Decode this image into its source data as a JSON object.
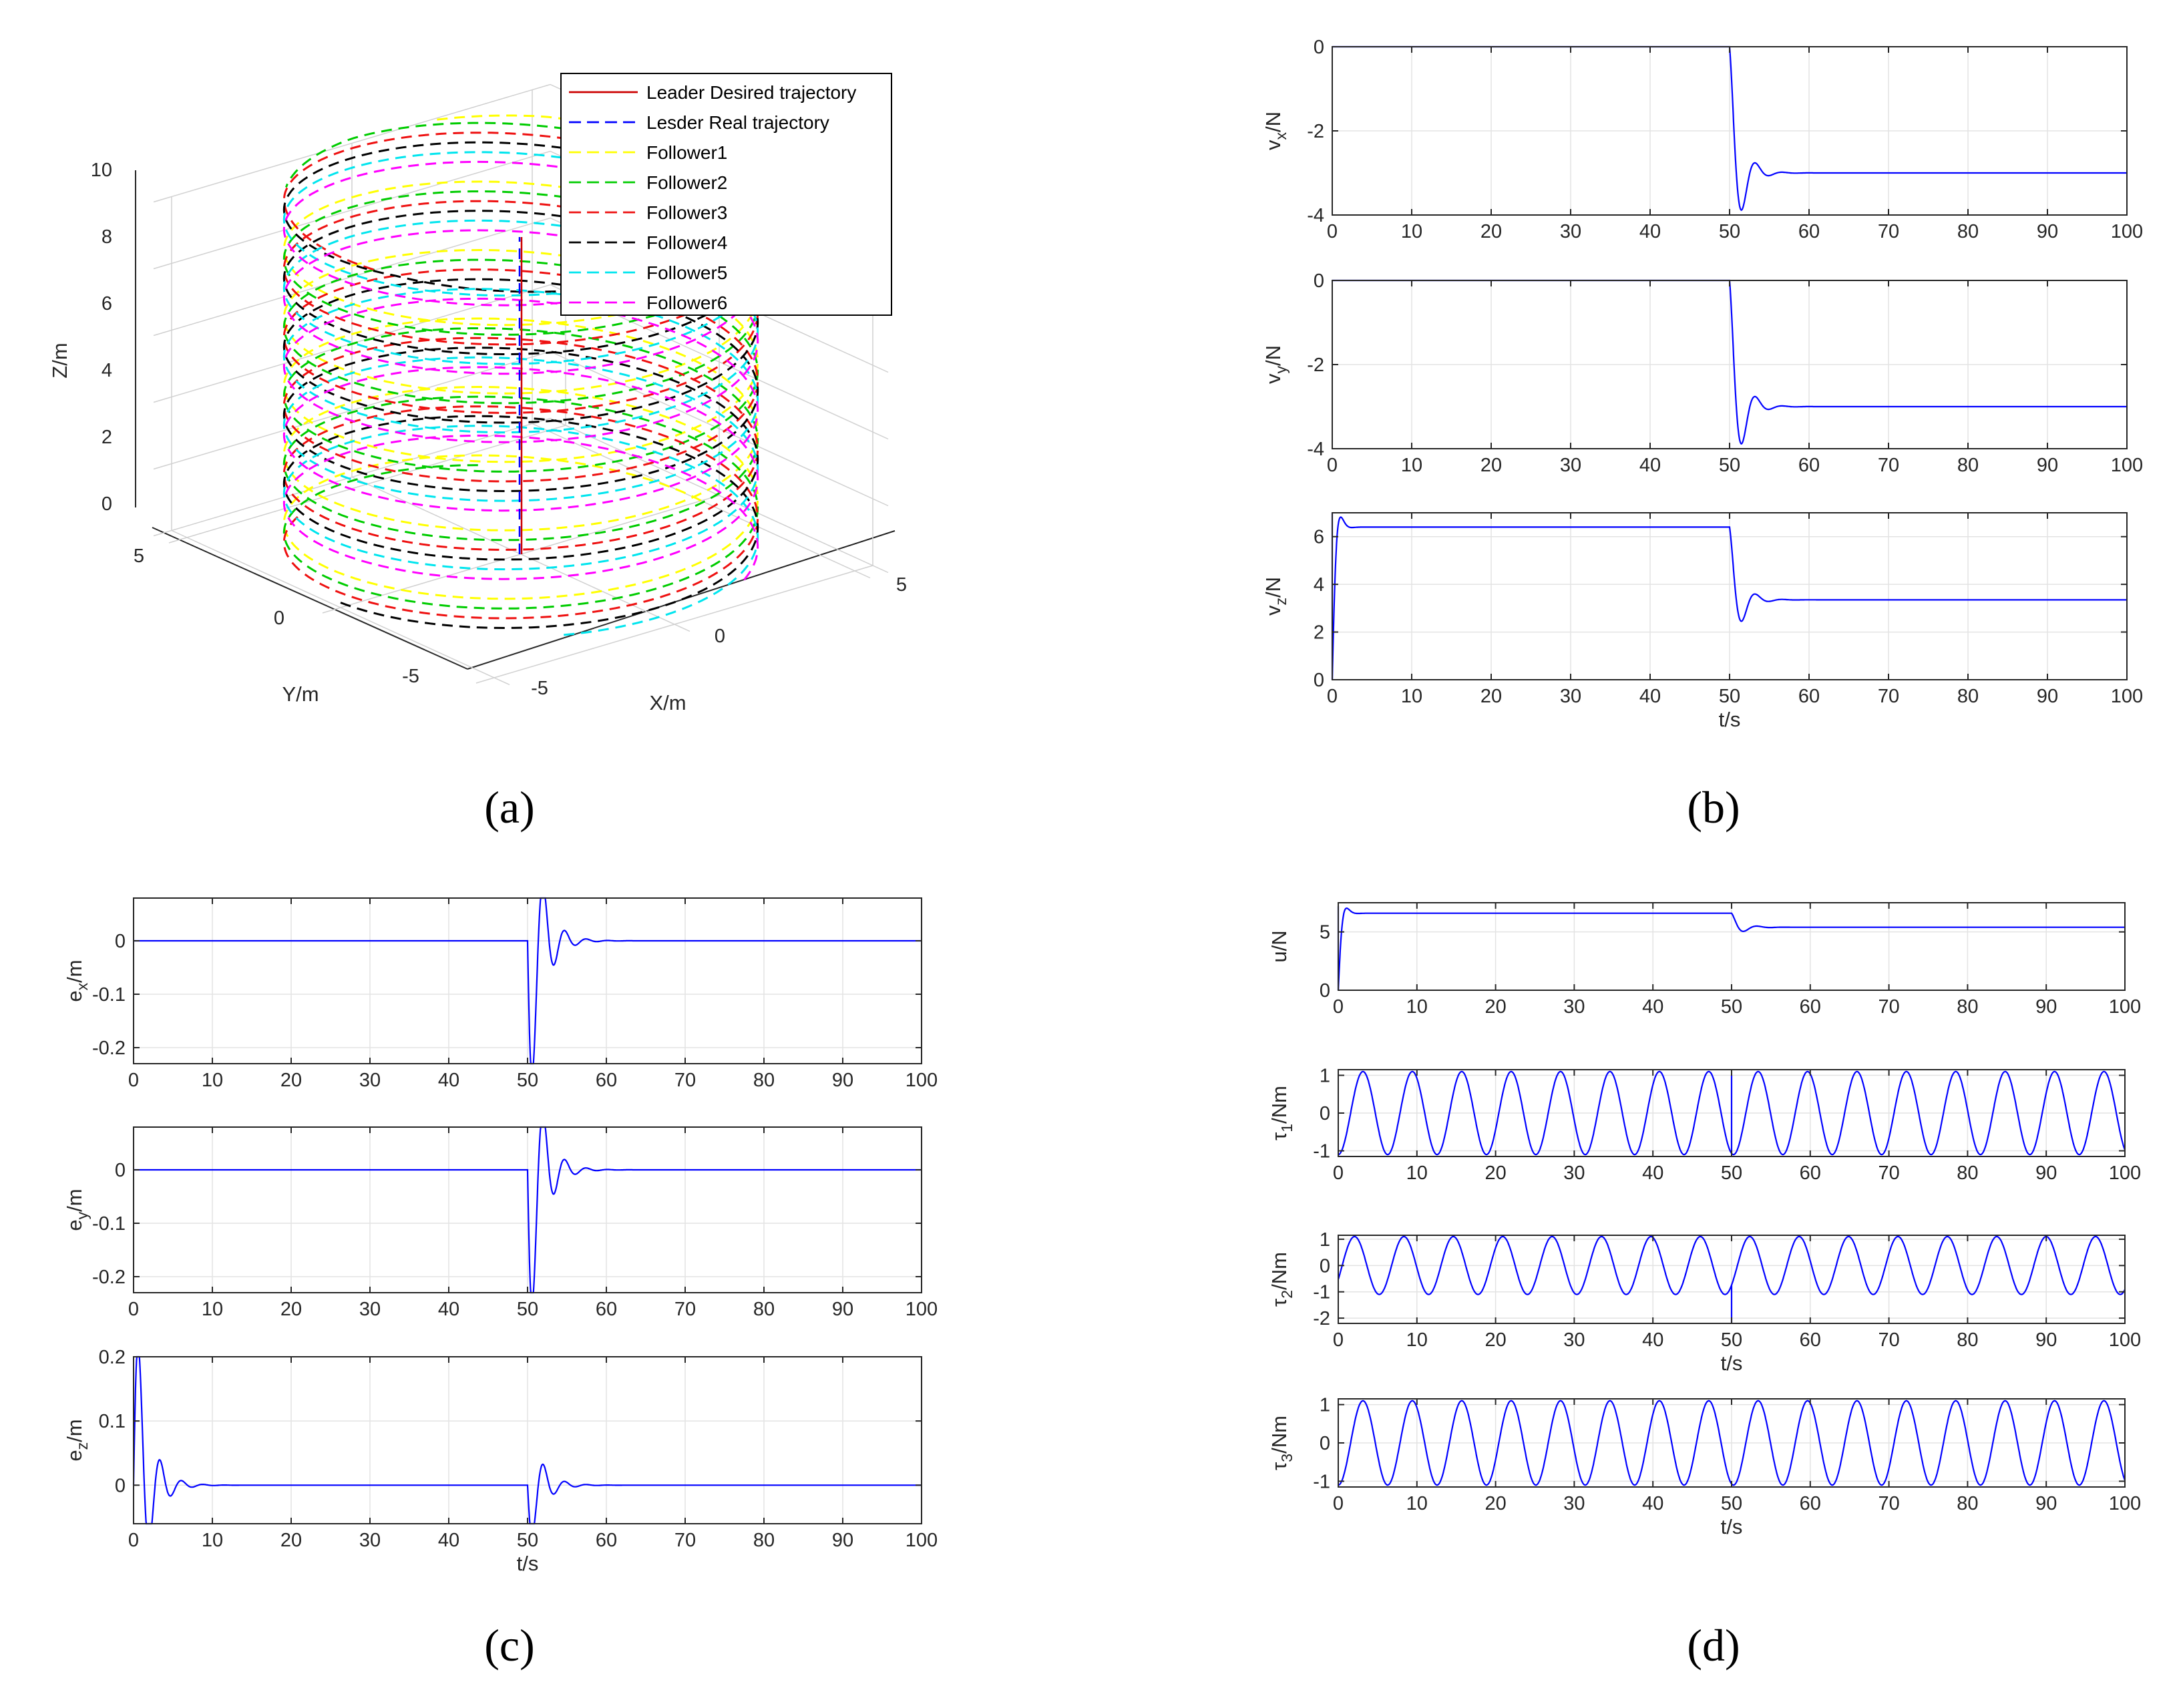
{
  "panel_labels": {
    "a": "(a)",
    "b": "(b)",
    "c": "(c)",
    "d": "(d)"
  },
  "chart_data": [
    {
      "id": "a",
      "type": "line",
      "subtype": "3d-trajectory",
      "xlabel": "X/m",
      "ylabel": "Y/m",
      "zlabel": "Z/m",
      "xticks": [
        "-5",
        "0",
        "5"
      ],
      "yticks": [
        "5",
        "0",
        "-5"
      ],
      "zticks": [
        "0",
        "2",
        "4",
        "6",
        "8",
        "10"
      ],
      "zlim": [
        0,
        10
      ],
      "grid": true,
      "legend_position": "top-right",
      "series": [
        {
          "name": "Leader Desired trajectory",
          "color": "#cc0000",
          "style": "solid"
        },
        {
          "name": "Lesder Real trajectory",
          "color": "#0000ff",
          "style": "dashed"
        },
        {
          "name": "Follower1",
          "color": "#ffff00",
          "style": "dashed"
        },
        {
          "name": "Follower2",
          "color": "#00cc00",
          "style": "dashed"
        },
        {
          "name": "Follower3",
          "color": "#ee1111",
          "style": "dashed"
        },
        {
          "name": "Follower4",
          "color": "#000000",
          "style": "dashed"
        },
        {
          "name": "Follower5",
          "color": "#00e5ee",
          "style": "dashed"
        },
        {
          "name": "Follower6",
          "color": "#ff00ff",
          "style": "dashed"
        }
      ]
    },
    {
      "id": "b",
      "type": "line",
      "xlabel": "t/s",
      "xticks": [
        "0",
        "10",
        "20",
        "30",
        "40",
        "50",
        "60",
        "70",
        "80",
        "90",
        "100"
      ],
      "xlim": [
        0,
        100
      ],
      "grid": true,
      "line_color": "#0000ff",
      "subplots": [
        {
          "ylabel_base": "v",
          "ylabel_sub": "x",
          "ylabel_unit": "/N",
          "ylim": [
            -4,
            0
          ],
          "yticks": [
            "0",
            "-2",
            "-4"
          ],
          "response": {
            "pre": 0,
            "switch": 50,
            "post": -3,
            "overshoot": -0.6,
            "tau": 1.3,
            "freq": 1.85
          }
        },
        {
          "ylabel_base": "v",
          "ylabel_sub": "y",
          "ylabel_unit": "/N",
          "ylim": [
            -4,
            0
          ],
          "yticks": [
            "0",
            "-2",
            "-4"
          ],
          "response": {
            "pre": 0,
            "switch": 50,
            "post": -3,
            "overshoot": -0.6,
            "tau": 1.3,
            "freq": 1.85
          }
        },
        {
          "ylabel_base": "v",
          "ylabel_sub": "z",
          "ylabel_unit": "/N",
          "ylim": [
            0,
            7
          ],
          "yticks": [
            "0",
            "2",
            "4",
            "6"
          ],
          "response": {
            "start": 0,
            "pre": 6.4,
            "switch": 50,
            "post": 3.35,
            "overshoot": -0.3,
            "tau": 1.3,
            "freq": 1.85
          }
        }
      ]
    },
    {
      "id": "c",
      "type": "line",
      "xlabel": "t/s",
      "xticks": [
        "0",
        "10",
        "20",
        "30",
        "40",
        "50",
        "60",
        "70",
        "80",
        "90",
        "100"
      ],
      "xlim": [
        0,
        100
      ],
      "grid": true,
      "line_color": "#0000ff",
      "subplots": [
        {
          "ylabel_base": "e",
          "ylabel_sub": "x",
          "ylabel_unit": "/m",
          "ylim": [
            -0.23,
            0.08
          ],
          "yticks": [
            "0",
            "-0.1",
            "-0.2"
          ],
          "error": {
            "t0": 50,
            "amp": -0.23,
            "tau": 1.6,
            "freq": 2.3
          }
        },
        {
          "ylabel_base": "e",
          "ylabel_sub": "y",
          "ylabel_unit": "/m",
          "ylim": [
            -0.23,
            0.08
          ],
          "yticks": [
            "0",
            "-0.1",
            "-0.2"
          ],
          "error": {
            "t0": 50,
            "amp": -0.23,
            "tau": 1.6,
            "freq": 2.3
          }
        },
        {
          "ylabel_base": "e",
          "ylabel_sub": "z",
          "ylabel_unit": "/m",
          "ylim": [
            -0.06,
            0.2
          ],
          "yticks": [
            "0.2",
            "0.1",
            "0"
          ],
          "error": {
            "t0": 0,
            "amp": 0.2,
            "tau": 1.6,
            "freq": 2.3,
            "t1": 50,
            "amp1": -0.07
          }
        }
      ]
    },
    {
      "id": "d",
      "type": "line",
      "xlabel": "t/s",
      "xticks": [
        "0",
        "10",
        "20",
        "30",
        "40",
        "50",
        "60",
        "70",
        "80",
        "90",
        "100"
      ],
      "xlim": [
        0,
        100
      ],
      "grid": true,
      "line_color": "#0000ff",
      "subplots": [
        {
          "ylabel_base": "u",
          "ylabel_sub": "",
          "ylabel_unit": "/N",
          "ylim": [
            0,
            7.5
          ],
          "yticks": [
            "5",
            "0"
          ],
          "response": {
            "start": 0,
            "pre": 6.6,
            "switch": 50,
            "post": 5.4,
            "overshoot": -0.9,
            "tau": 1.3,
            "freq": 1.85
          }
        },
        {
          "ylabel_base": "τ",
          "ylabel_sub": "1",
          "ylabel_unit": "/Nm",
          "ylim": [
            -1.15,
            1.15
          ],
          "yticks": [
            "1",
            "0",
            "-1"
          ],
          "sine": {
            "amp": 1.1,
            "period": 6.28,
            "phase": -1.5708,
            "spike_t": 50,
            "spike_to": 1.0
          }
        },
        {
          "ylabel_base": "τ",
          "ylabel_sub": "2",
          "ylabel_unit": "/Nm",
          "ylim": [
            -2.2,
            1.15
          ],
          "yticks": [
            "1",
            "0",
            "-1",
            "-2"
          ],
          "sine": {
            "amp": 1.1,
            "period": 6.28,
            "phase": -0.5,
            "spike_t": 50,
            "spike_to": -2.2
          }
        },
        {
          "ylabel_base": "τ",
          "ylabel_sub": "3",
          "ylabel_unit": "/Nm",
          "ylim": [
            -1.15,
            1.15
          ],
          "yticks": [
            "1",
            "0",
            "-1"
          ],
          "sine": {
            "amp": 1.1,
            "period": 6.28,
            "phase": -1.5708
          }
        }
      ]
    }
  ]
}
